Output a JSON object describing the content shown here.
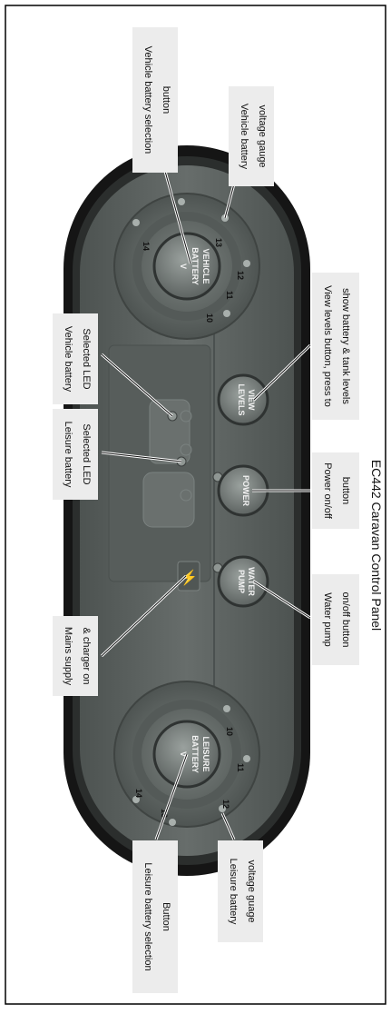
{
  "caption": "EC442 Caravan Control Panel",
  "callouts": {
    "vehicle_selection": [
      "Vehicle battery selection",
      "button"
    ],
    "vehicle_gauge": [
      "Vehicle battery",
      "voltage gauge"
    ],
    "vehicle_led": [
      "Vehicle battery",
      "Selected LED"
    ],
    "leisure_led": [
      "Leisure battery",
      "Selected LED"
    ],
    "mains": [
      "Mains supply",
      "& charger on"
    ],
    "view_levels": [
      "View levels button, press to",
      "show battery & tank levels"
    ],
    "power": [
      "Power on/off",
      "button"
    ],
    "water_pump": [
      "Water pump",
      "on/off button"
    ],
    "leisure_selection": [
      "Leisure battery selection",
      "Button"
    ],
    "leisure_gauge": [
      "Leisure battery",
      "voltage guage"
    ]
  },
  "panel": {
    "leisure_dial": {
      "label": [
        "LEISURE",
        "BATTERY",
        "V"
      ],
      "ticks": [
        "14",
        "13",
        "12",
        "11",
        "10"
      ]
    },
    "vehicle_dial": {
      "label": [
        "VEHICLE",
        "BATTERY",
        "V"
      ],
      "ticks": [
        "14",
        "13",
        "12",
        "11",
        "10"
      ]
    },
    "buttons": {
      "water_pump": [
        "WATER",
        "PUMP"
      ],
      "power": [
        "POWER"
      ],
      "view_levels": [
        "VIEW",
        "LEVELS"
      ]
    },
    "mains_symbol": "⚡"
  },
  "colors": {
    "panel_outer": "#1c1c1c",
    "panel_face": "#5f6563",
    "dial_face": "#6d7370",
    "button_face": "#7c8380",
    "callout_box": "#ececec"
  }
}
